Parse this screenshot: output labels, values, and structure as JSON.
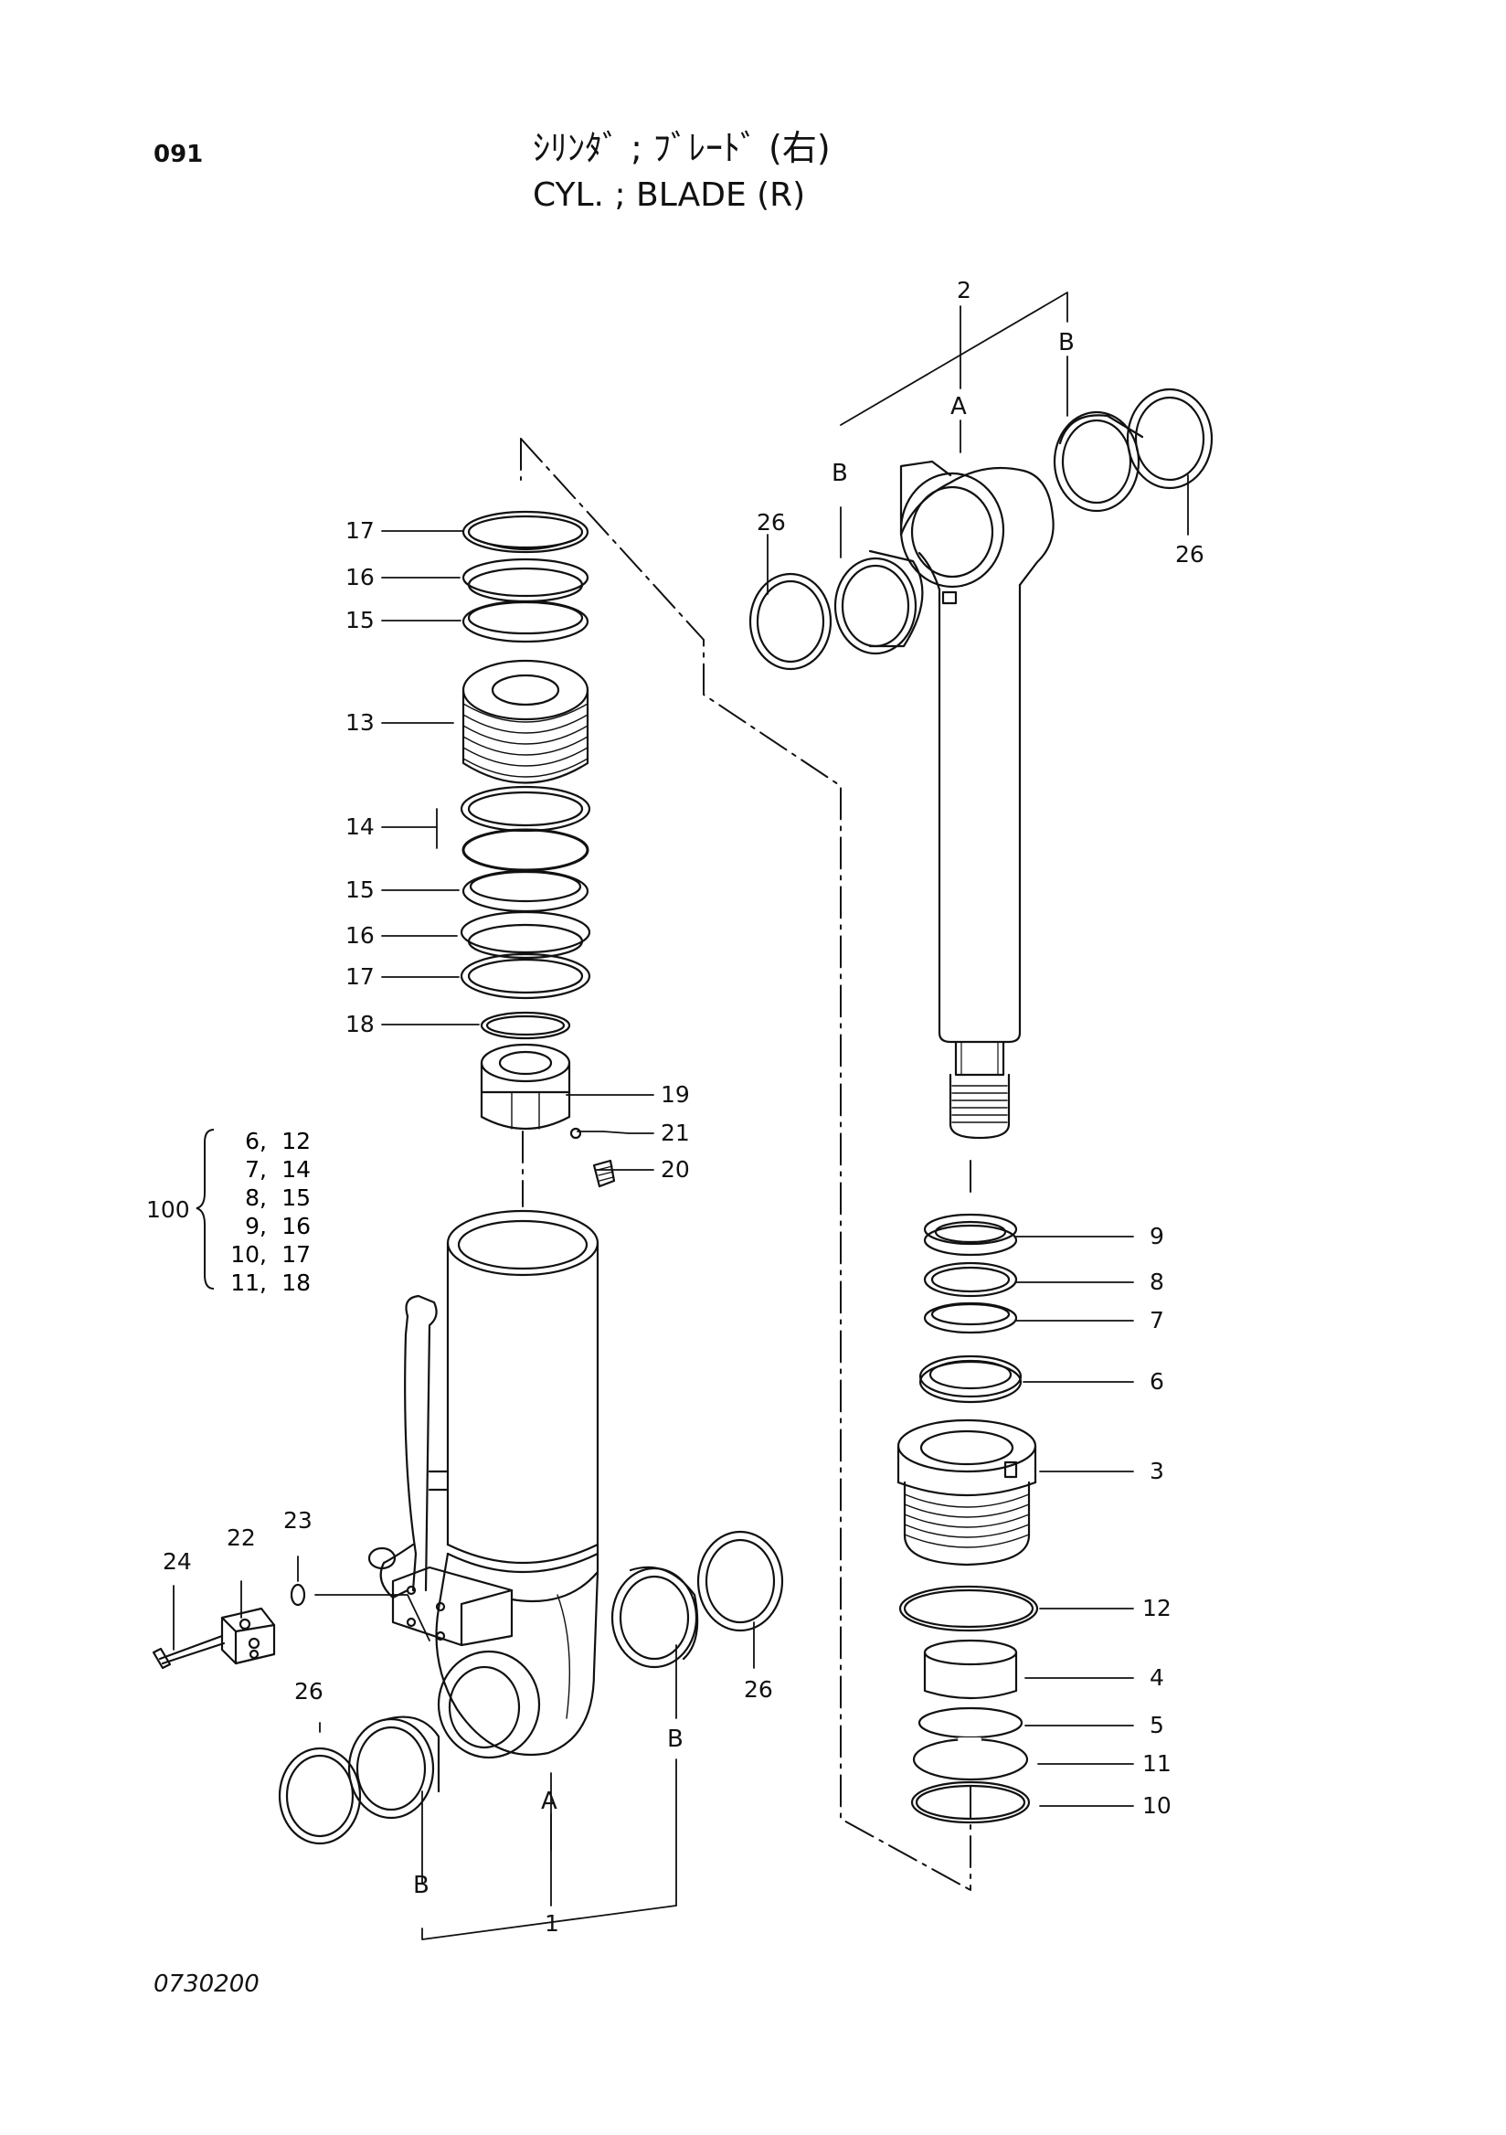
{
  "header": {
    "page_number": "091",
    "title_jp": "ｼﾘﾝﾀﾞ ; ﾌﾞﾚｰﾄﾞ (右)",
    "title_en": "CYL. ; BLADE (R)"
  },
  "footer": {
    "drawing_number": "0730200"
  },
  "callouts": {
    "c1": "1",
    "c2": "2",
    "c3": "3",
    "c4": "4",
    "c5": "5",
    "c6": "6",
    "c7": "7",
    "c8": "8",
    "c9": "9",
    "c10": "10",
    "c11": "11",
    "c12": "12",
    "c13": "13",
    "c14": "14",
    "c15a": "15",
    "c15b": "15",
    "c16a": "16",
    "c16b": "16",
    "c17a": "17",
    "c17b": "17",
    "c18": "18",
    "c19": "19",
    "c20": "20",
    "c21": "21",
    "c22": "22",
    "c23": "23",
    "c24": "24",
    "c26a": "26",
    "c26b": "26",
    "c26c": "26",
    "c26d": "26"
  },
  "letters": {
    "rod_a": "A",
    "rod_b_left": "B",
    "rod_b_right": "B",
    "tube_a": "A",
    "tube_b_left": "B",
    "tube_b_right": "B"
  },
  "seal_kit": {
    "number": "100",
    "items": [
      [
        "6",
        "12"
      ],
      [
        "7",
        "14"
      ],
      [
        "8",
        "15"
      ],
      [
        "9",
        "16"
      ],
      [
        "10",
        "17"
      ],
      [
        "11",
        "18"
      ]
    ]
  }
}
